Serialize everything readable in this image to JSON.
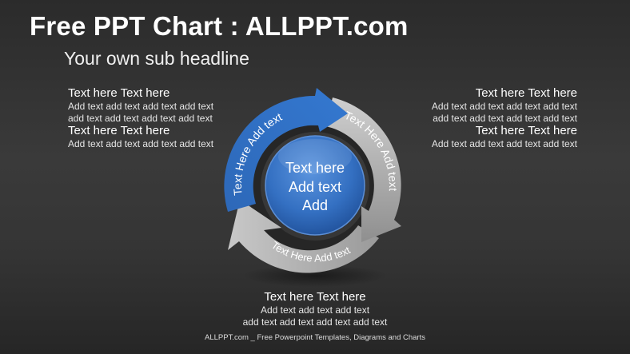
{
  "header": {
    "title": "Free PPT Chart : ALLPPT.com",
    "subtitle": "Your own sub headline"
  },
  "left_block": {
    "heading1": "Text here Text here",
    "body1_line1": "Add text add text add text add text",
    "body1_line2": "add text add text add text add text",
    "heading2": "Text here Text here",
    "body2_line1": "Add text add text add text add text"
  },
  "right_block": {
    "heading1": "Text here Text here",
    "body1_line1": "Add text add text add text add text",
    "body1_line2": "add text add text add text add text",
    "heading2": "Text here Text here",
    "body2_line1": "Add text add text add text add text"
  },
  "cycle": {
    "center_line1": "Text here",
    "center_line2": "Add text",
    "center_line3": "Add",
    "arrows": [
      {
        "label": "Text Here Add text",
        "color": "#2e6fc4"
      },
      {
        "label": "Text Here Add text",
        "color": "#a9a9a9"
      },
      {
        "label": "Text Here Add text",
        "color": "#b5b5b5"
      }
    ]
  },
  "bottom_block": {
    "heading": "Text here Text here",
    "line1": "Add text add text add text",
    "line2": "add text add text add text add text"
  },
  "footer": {
    "text": "ALLPPT.com _ Free Powerpoint Templates, Diagrams and Charts"
  }
}
